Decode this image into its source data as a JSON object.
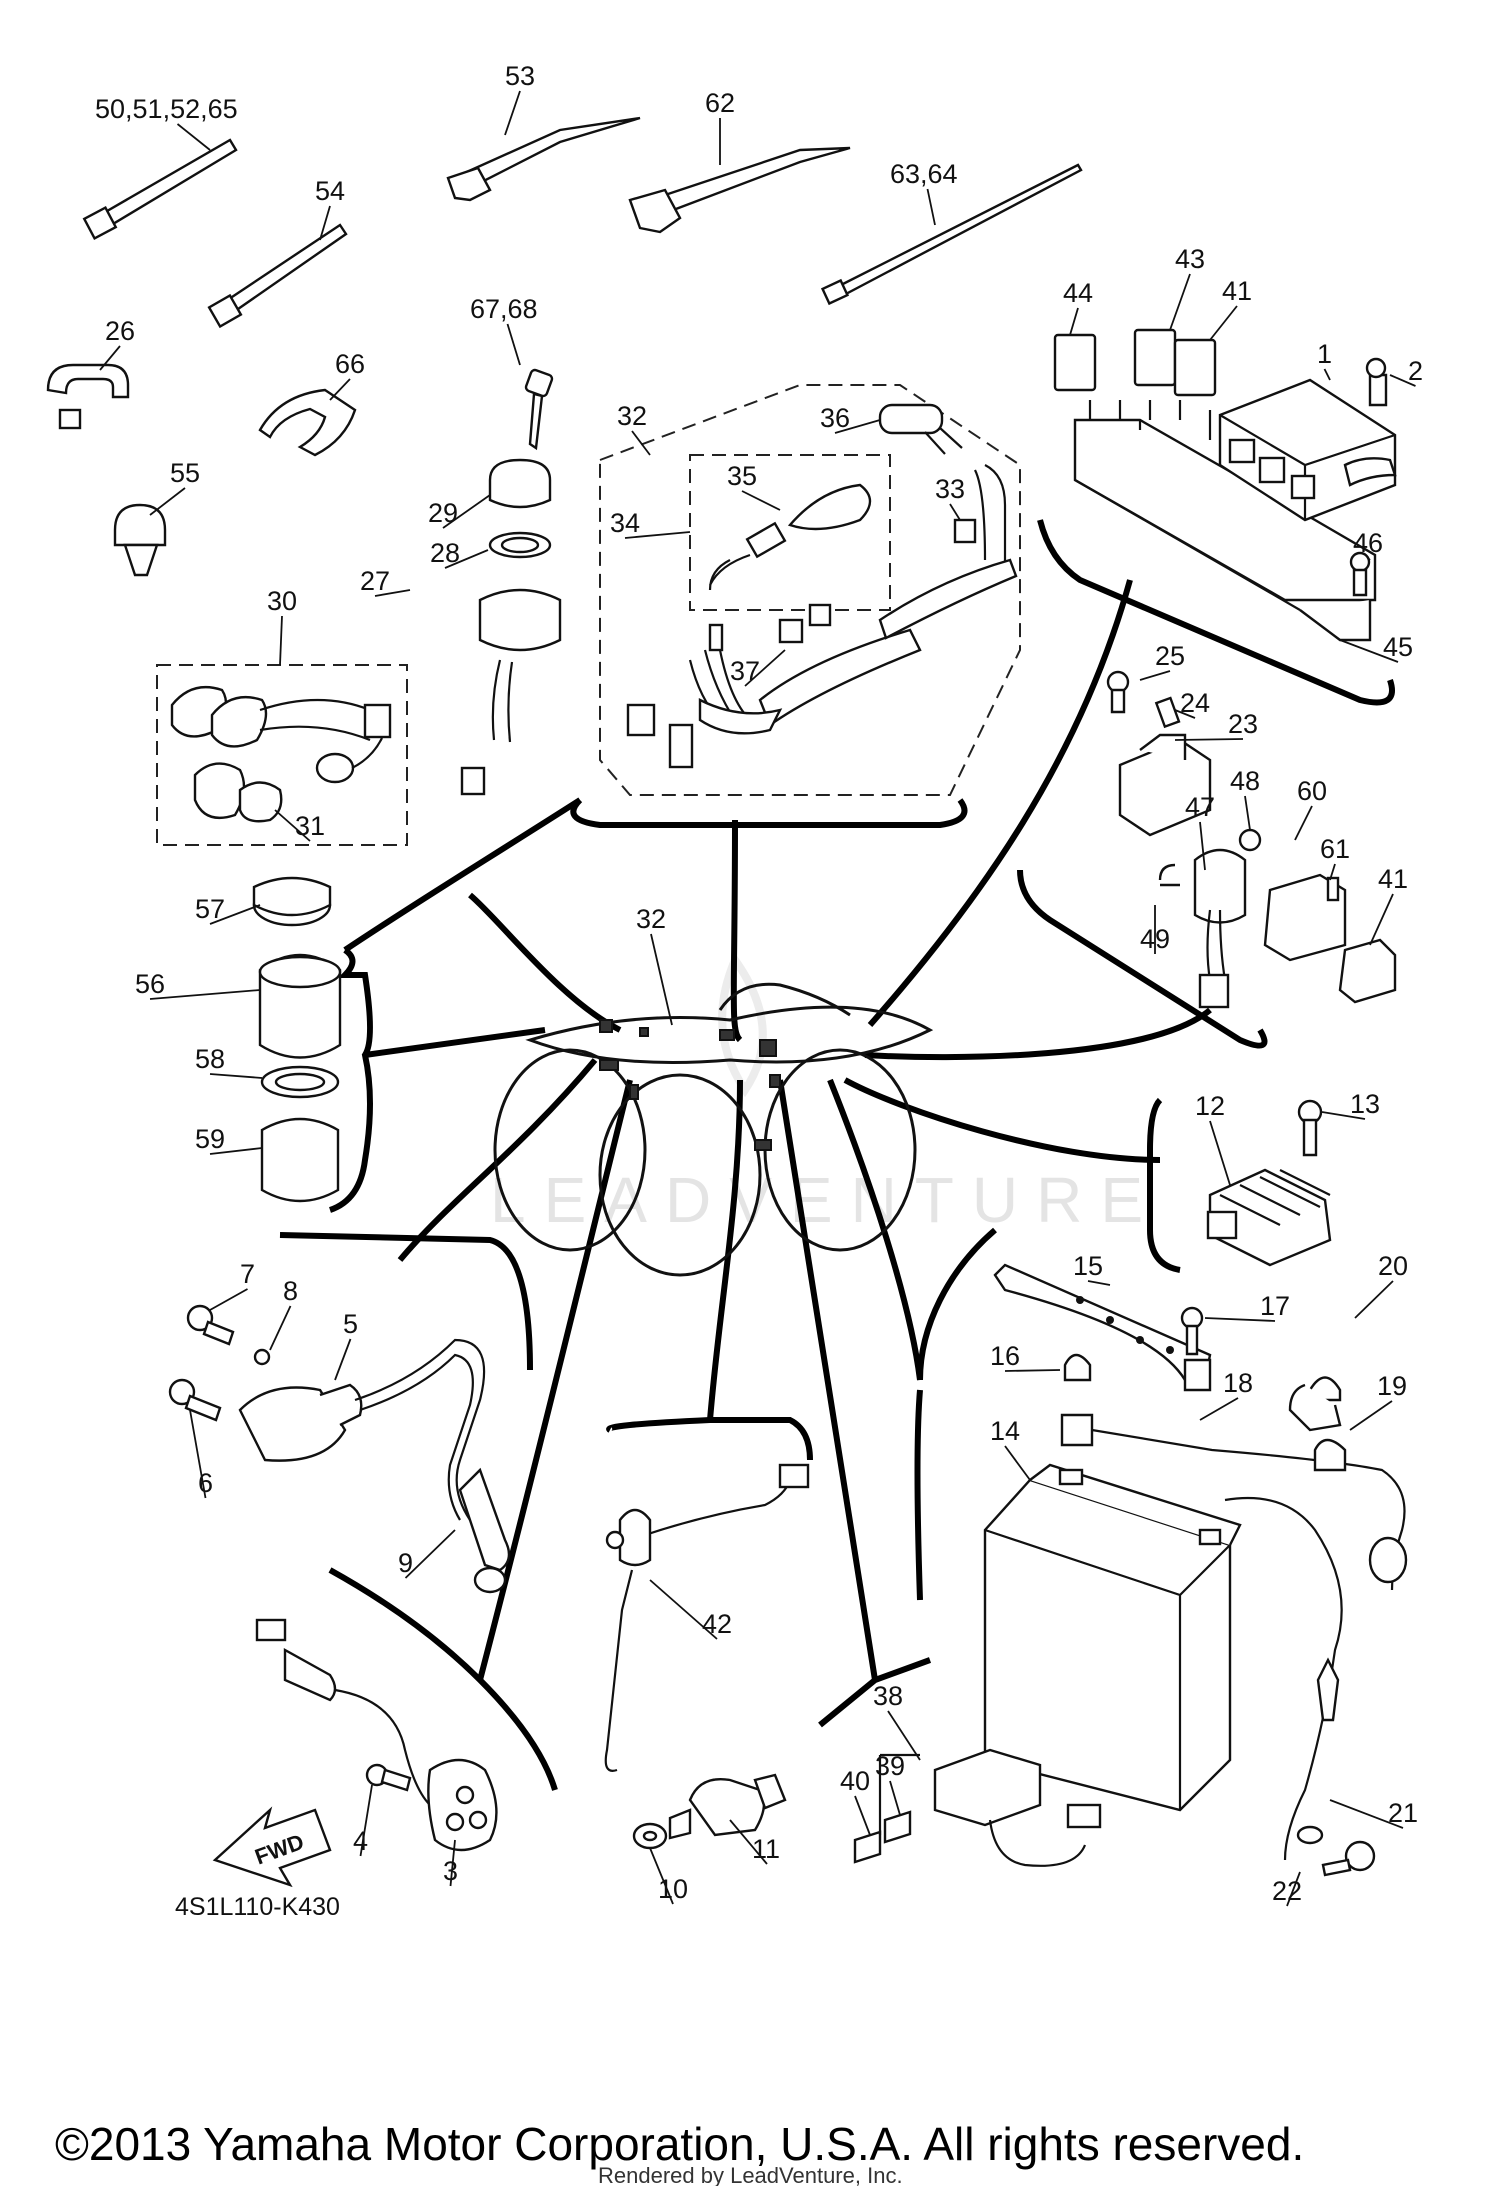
{
  "diagram": {
    "drawing_code": "4S1L110-K430",
    "fwd_label": "FWD",
    "watermark": "LEADVENTURE",
    "copyright": "©2013 Yamaha Motor Corporation, U.S.A. All rights reserved.",
    "rendered_by": "Rendered by LeadVenture, Inc.",
    "callouts": [
      "50,51,52,65",
      "53",
      "62",
      "63,64",
      "54",
      "26",
      "66",
      "67,68",
      "55",
      "29",
      "28",
      "27",
      "30",
      "31",
      "32",
      "36",
      "35",
      "34",
      "33",
      "37",
      "44",
      "43",
      "41",
      "1",
      "2",
      "46",
      "45",
      "25",
      "24",
      "23",
      "48",
      "47",
      "60",
      "61",
      "41",
      "49",
      "57",
      "56",
      "58",
      "59",
      "32",
      "12",
      "13",
      "7",
      "8",
      "5",
      "6",
      "9",
      "15",
      "17",
      "20",
      "16",
      "18",
      "19",
      "14",
      "42",
      "38",
      "39",
      "40",
      "11",
      "10",
      "21",
      "22",
      "4",
      "3"
    ]
  }
}
